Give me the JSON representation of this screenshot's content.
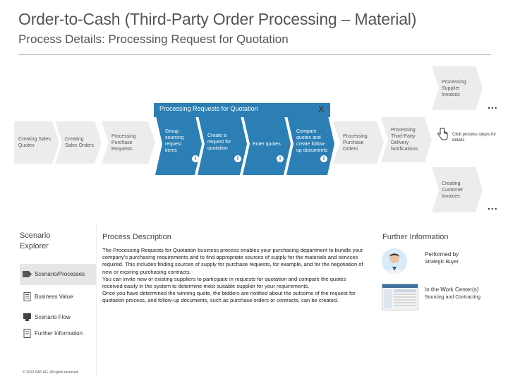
{
  "header": {
    "title": "Order-to-Cash (Third-Party Order Processing – Material)",
    "subtitle": "Process Details: Processing Request for Quotation"
  },
  "process": {
    "steps": [
      "Creating Sales Quotes",
      "Creating Sales Orders",
      "Processing Purchase Requests",
      "Processing Purchase Orders",
      "Processing Third-Party Delivery Notifications"
    ],
    "top_step": "Processing Supplier Invoices",
    "bottom_step": "Creating Customer Invoices",
    "band_label": "Processing Requests for Quotation",
    "band_close": "X",
    "substeps": [
      "Group sourcing request items",
      "Create a request for quotation",
      "Enter quotes",
      "Compare quotes and create follow-up documents"
    ],
    "info_symbol": "i",
    "ellipsis": "...",
    "click_hint": "Click process step/s for details"
  },
  "explorer": {
    "title": "Scenario Explorer",
    "items": [
      "Scenario/Processes",
      "Business Value",
      "Scenario Flow",
      "Further Information"
    ],
    "copyright": "© 2013 SAP AG. All rights reserved."
  },
  "description": {
    "title": "Process Description",
    "text": "The Processing Requests for Quotation business process enables your purchasing department to bundle your company's purchasing requirements and to find appropriate sources of supply for the materials and services required. This includes finding sources of supply for purchase requests, for example, and for the negotiation of new or expiring purchasing contracts.\nYou can invite new or existing suppliers to participate in requests for quotation and compare the quotes received easily in the system to determine most suitable supplier for your requirements.\nOnce you have determined the winning quote, the bidders are notified about the outcome of the request for quotation process, and follow-up documents, such as purchase orders or contracts, can be created."
  },
  "further_info": {
    "title": "Further Information",
    "performed_by_label": "Performed by",
    "performed_by_value": "Strategic Buyer",
    "work_center_label": "In the Work Center(s)",
    "work_center_value": "Sourcing and Contracting"
  },
  "colors": {
    "accent": "#2b7fb4",
    "chevron": "#ececec"
  }
}
